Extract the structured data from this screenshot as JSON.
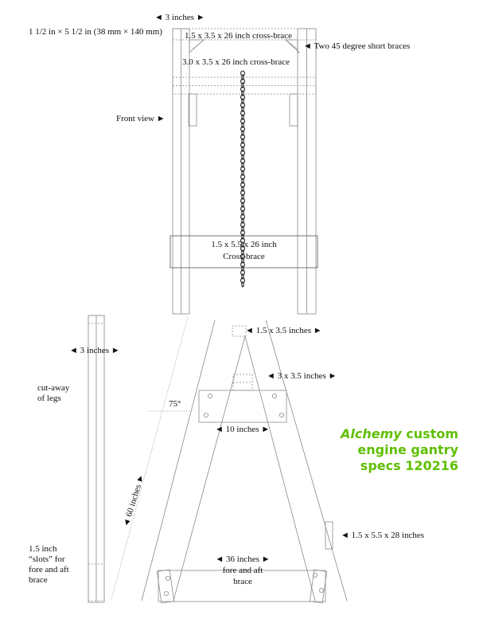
{
  "title": {
    "brand": "Alchemy",
    "line1_rest": " custom",
    "line2": "engine gantry",
    "line3": "specs 120216",
    "color": "#5fbf00"
  },
  "labels": {
    "top_width": "◄ 3 inches ►",
    "lumber_size": "1 1/2 in × 5 1/2 in (38 mm × 140 mm)",
    "top_cross_brace": "1.5 x 3.5 x 26 inch cross-brace",
    "short_braces": "◄ Two 45 degree short braces",
    "second_cross_brace": "3.0 x 3.5 x 26 inch cross-brace",
    "front_view": "Front view ►",
    "lower_cross_brace_1": "1.5 x 5.5 x 26 inch",
    "lower_cross_brace_2": "Cross-brace",
    "leg_width": "◄ 3 inches ►",
    "cutaway_1": "cut-away",
    "cutaway_2": "of legs",
    "slots": "1.5 inch “slots” for fore and aft brace",
    "angle": "75°",
    "leg_length": "◄ 60 inches ►",
    "apex_block": "◄ 1.5 x 3.5 inches ►",
    "second_block": "◄ 3 x 3.5 inches ►",
    "gusset_width": "◄ 10 inches ►",
    "leg_board": "◄ 1.5 x 5.5 x 28 inches",
    "base_brace_1": "◄ 36 inches ►",
    "base_brace_2": "fore and aft",
    "base_brace_3": "brace"
  },
  "colors": {
    "line": "#8a8a8a",
    "dark_line": "#333333",
    "chain": "#222222",
    "text": "#111111"
  }
}
